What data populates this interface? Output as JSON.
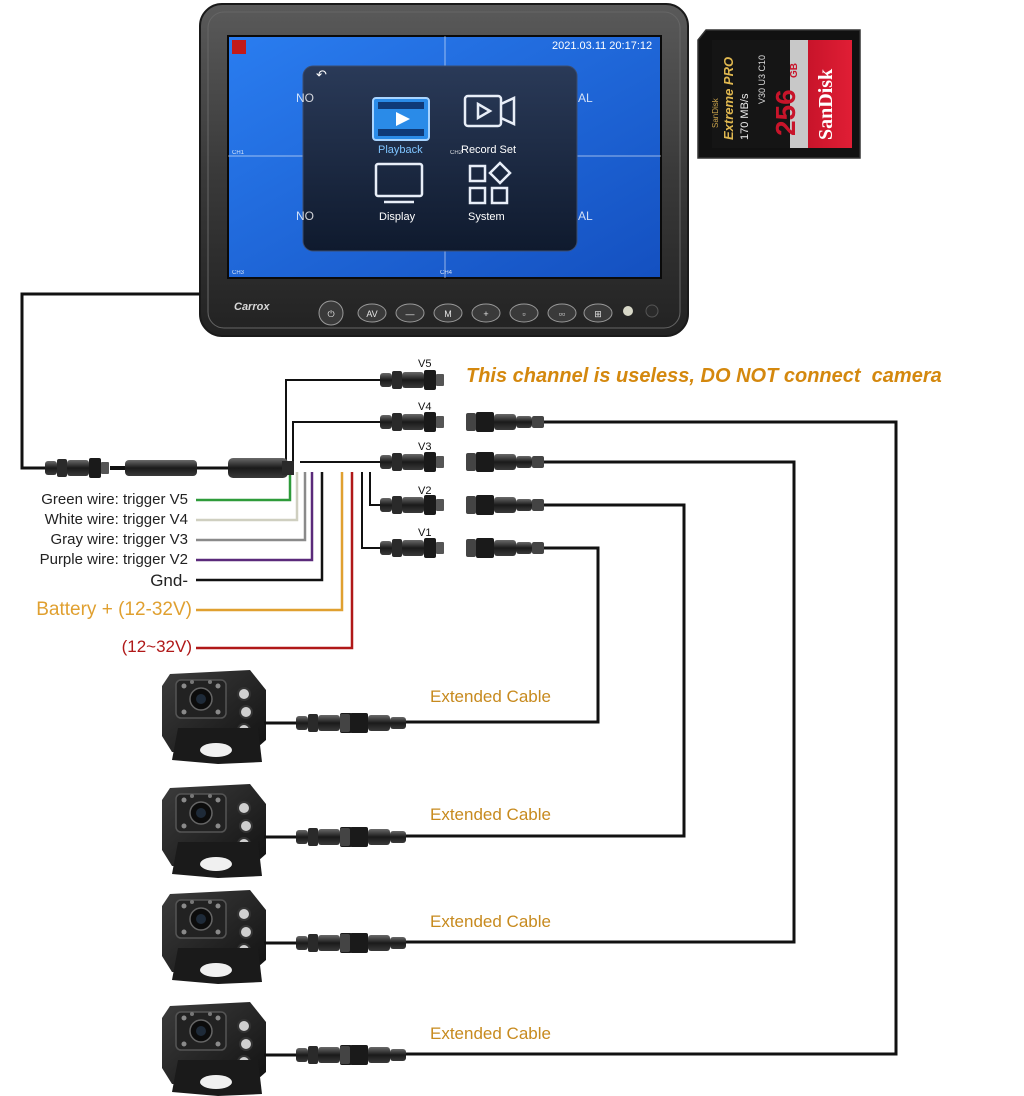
{
  "monitor": {
    "brand": "Carrox",
    "datetime": "2021.03.11 20:17:12",
    "quad_labels": [
      "NO",
      "AL",
      "NO",
      "AL"
    ],
    "channel_tags": [
      "CH1",
      "CH2",
      "CH3",
      "CH4"
    ],
    "back_symbol": "↶",
    "menu": [
      {
        "label": "Playback",
        "icon": "playback-icon",
        "selected": true
      },
      {
        "label": "Record Set",
        "icon": "record-set-icon",
        "selected": false
      },
      {
        "label": "Display",
        "icon": "display-icon",
        "selected": false
      },
      {
        "label": "System",
        "icon": "system-icon",
        "selected": false
      }
    ],
    "buttons": [
      {
        "label": "⏻",
        "name": "power-button"
      },
      {
        "label": "AV",
        "name": "av-button"
      },
      {
        "label": "—",
        "name": "minus-button"
      },
      {
        "label": "M",
        "name": "menu-button"
      },
      {
        "label": "+",
        "name": "plus-button"
      },
      {
        "label": "▫",
        "name": "single-view-button"
      },
      {
        "label": "▫▫",
        "name": "split-view-button"
      },
      {
        "label": "⊞",
        "name": "quad-view-button"
      }
    ]
  },
  "sd_card": {
    "maker_small": "SanDisk",
    "product": "Extreme PRO",
    "speed": "170 MB/s",
    "capacity": "256",
    "capacity_unit": "GB",
    "brand": "SanDisk",
    "marks": "V30 U3 C10"
  },
  "channels": [
    {
      "id": "V5",
      "note": "This channel is useless, DO NOT connect  camera"
    },
    {
      "id": "V4",
      "note": ""
    },
    {
      "id": "V3",
      "note": ""
    },
    {
      "id": "V2",
      "note": ""
    },
    {
      "id": "V1",
      "note": ""
    }
  ],
  "wires": [
    {
      "label": "Green wire: trigger V5",
      "color": "#2e9b3a"
    },
    {
      "label": "White wire: trigger V4",
      "color": "#cfcfc0"
    },
    {
      "label": "Gray wire: trigger V3",
      "color": "#8a8a8a"
    },
    {
      "label": "Purple wire: trigger V2",
      "color": "#5a2a7a"
    },
    {
      "label": "Gnd-",
      "color": "#111111"
    },
    {
      "label": "Battery + (12-32V)",
      "color": "#e0a030"
    },
    {
      "label": "(12~32V)",
      "color": "#b01818"
    }
  ],
  "cameras": [
    {
      "cable_label": "Extended Cable"
    },
    {
      "cable_label": "Extended Cable"
    },
    {
      "cable_label": "Extended Cable"
    },
    {
      "cable_label": "Extended Cable"
    }
  ],
  "colors": {
    "warning_text": "#d4880e",
    "cable_label": "#c78a1e",
    "screen_blue": "#1f63d8",
    "menu_bg": "#1d2d4a",
    "cable": "#111111",
    "red_wire": "#b01818"
  }
}
